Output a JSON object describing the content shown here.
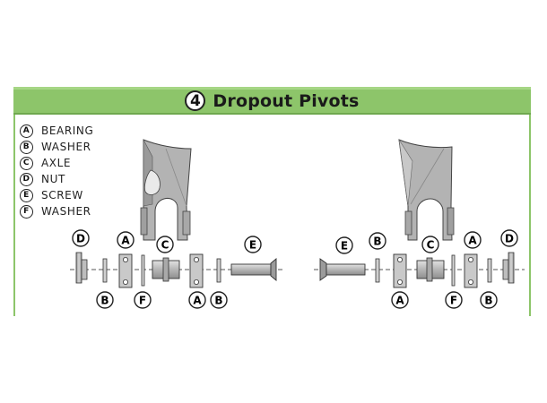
{
  "header": {
    "step_number": "4",
    "title": "Dropout Pivots"
  },
  "legend": [
    {
      "letter": "A",
      "name": "BEARING"
    },
    {
      "letter": "B",
      "name": "WASHER"
    },
    {
      "letter": "C",
      "name": "AXLE"
    },
    {
      "letter": "D",
      "name": "NUT"
    },
    {
      "letter": "E",
      "name": "SCREW"
    },
    {
      "letter": "F",
      "name": "WASHER"
    }
  ],
  "left_assembly": {
    "top_labels": [
      "D",
      "A",
      "C",
      "E"
    ],
    "bottom_labels": [
      "B",
      "F",
      "A",
      "B"
    ]
  },
  "right_assembly": {
    "top_labels": [
      "E",
      "B",
      "C",
      "A",
      "D"
    ],
    "bottom_labels": [
      "A",
      "F",
      "B"
    ]
  },
  "colors": {
    "header_green": "#8dc56a",
    "part_gray": "#b8b8b8",
    "outline": "#333333"
  }
}
